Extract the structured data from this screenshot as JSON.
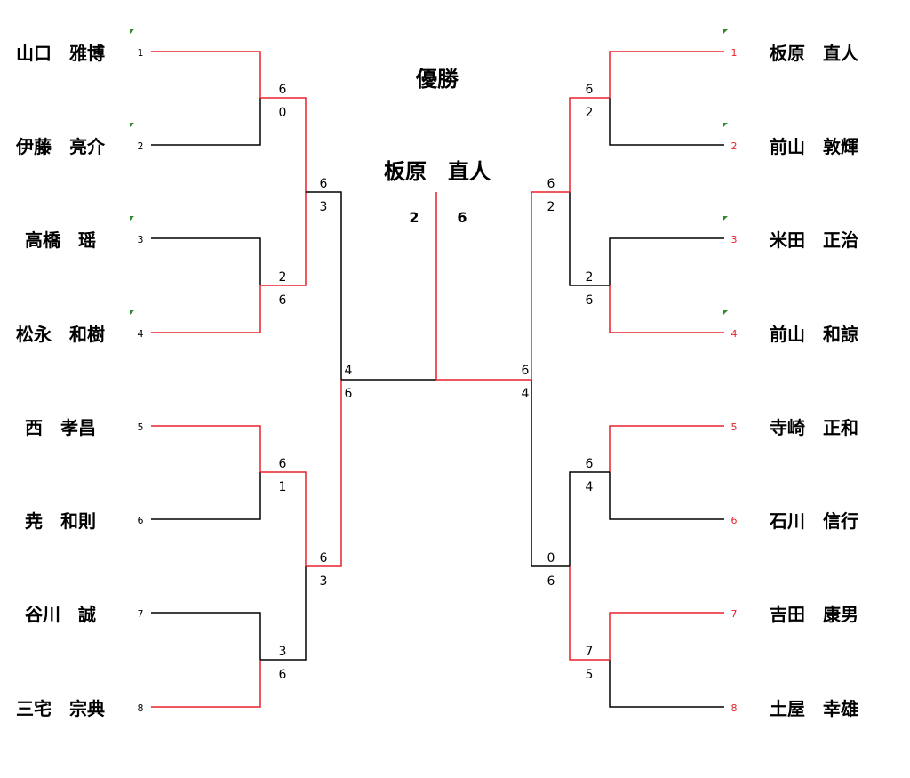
{
  "title": "優勝",
  "champion": {
    "name": "板原　直人",
    "score_left": "2",
    "score_right": "6"
  },
  "colors": {
    "winner_line": "#e8202a",
    "loser_line": "#000000",
    "marker": "#2e8b2e",
    "right_seed": "#e8202a"
  },
  "left": {
    "players": [
      {
        "seed": "1",
        "name": "山口　雅博",
        "marker": true
      },
      {
        "seed": "2",
        "name": "伊藤　亮介",
        "marker": true
      },
      {
        "seed": "3",
        "name": "高橋　瑶",
        "marker": true
      },
      {
        "seed": "4",
        "name": "松永　和樹",
        "marker": true
      },
      {
        "seed": "5",
        "name": "西　孝昌",
        "marker": false
      },
      {
        "seed": "6",
        "name": "尭　和則",
        "marker": false
      },
      {
        "seed": "7",
        "name": "谷川　誠",
        "marker": false
      },
      {
        "seed": "8",
        "name": "三宅　宗典",
        "marker": false
      }
    ],
    "round1": [
      {
        "top": "6",
        "bottom": "0"
      },
      {
        "top": "2",
        "bottom": "6"
      },
      {
        "top": "6",
        "bottom": "1"
      },
      {
        "top": "3",
        "bottom": "6"
      }
    ],
    "round2": [
      {
        "top": "6",
        "bottom": "3"
      },
      {
        "top": "6",
        "bottom": "3"
      }
    ],
    "semi": {
      "top": "4",
      "bottom": "6"
    }
  },
  "right": {
    "players": [
      {
        "seed": "1",
        "name": "板原　直人",
        "marker": true
      },
      {
        "seed": "2",
        "name": "前山　敦輝",
        "marker": true
      },
      {
        "seed": "3",
        "name": "米田　正治",
        "marker": true
      },
      {
        "seed": "4",
        "name": "前山　和諒",
        "marker": true
      },
      {
        "seed": "5",
        "name": "寺崎　正和",
        "marker": false
      },
      {
        "seed": "6",
        "name": "石川　信行",
        "marker": false
      },
      {
        "seed": "7",
        "name": "吉田　康男",
        "marker": false
      },
      {
        "seed": "8",
        "name": "土屋　幸雄",
        "marker": false
      }
    ],
    "round1": [
      {
        "top": "6",
        "bottom": "2"
      },
      {
        "top": "2",
        "bottom": "6"
      },
      {
        "top": "6",
        "bottom": "4"
      },
      {
        "top": "7",
        "bottom": "5"
      }
    ],
    "round2": [
      {
        "top": "6",
        "bottom": "2"
      },
      {
        "top": "0",
        "bottom": "6"
      }
    ],
    "semi": {
      "top": "6",
      "bottom": "4"
    }
  }
}
